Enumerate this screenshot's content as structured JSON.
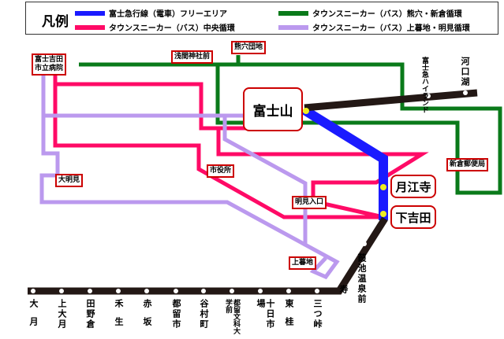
{
  "legend": {
    "title": "凡例",
    "items": [
      {
        "label": "富士急行線（電車）フリーエリア",
        "color": "#1a1aff"
      },
      {
        "label": "タウンスニーカー（バス）熊穴・新倉循環",
        "color": "#0a7a1a"
      },
      {
        "label": "タウンスニーカー（バス）中央循環",
        "color": "#ff0a66"
      },
      {
        "label": "タウンスニーカー（バス）上暮地・明見循環",
        "color": "#bb99ee"
      }
    ]
  },
  "major_stations": {
    "fujisan": "富士山",
    "gekkoji": "月江寺",
    "shimoyoshida": "下吉田"
  },
  "bus_stops": {
    "hospital": "富士吉田\n市立病院",
    "sengen": "浅間神社前",
    "kumana": "熊穴団地",
    "niikura": "新倉郵便局",
    "omyojin": "大明見",
    "cityhall": "市役所",
    "asumi": "明見入口",
    "kamikurechi": "上暮地"
  },
  "rail_stations": [
    "大月",
    "上大月",
    "田野倉",
    "禾生",
    "赤坂",
    "都留市",
    "谷村町",
    "都留文科大学前",
    "十日市場",
    "東桂",
    "三つ峠"
  ],
  "other_stations": {
    "kotobuki": "寿",
    "yoshiike": "葭池温泉前",
    "highland": "富士急ハイランド",
    "kawaguchiko": "河口湖"
  }
}
